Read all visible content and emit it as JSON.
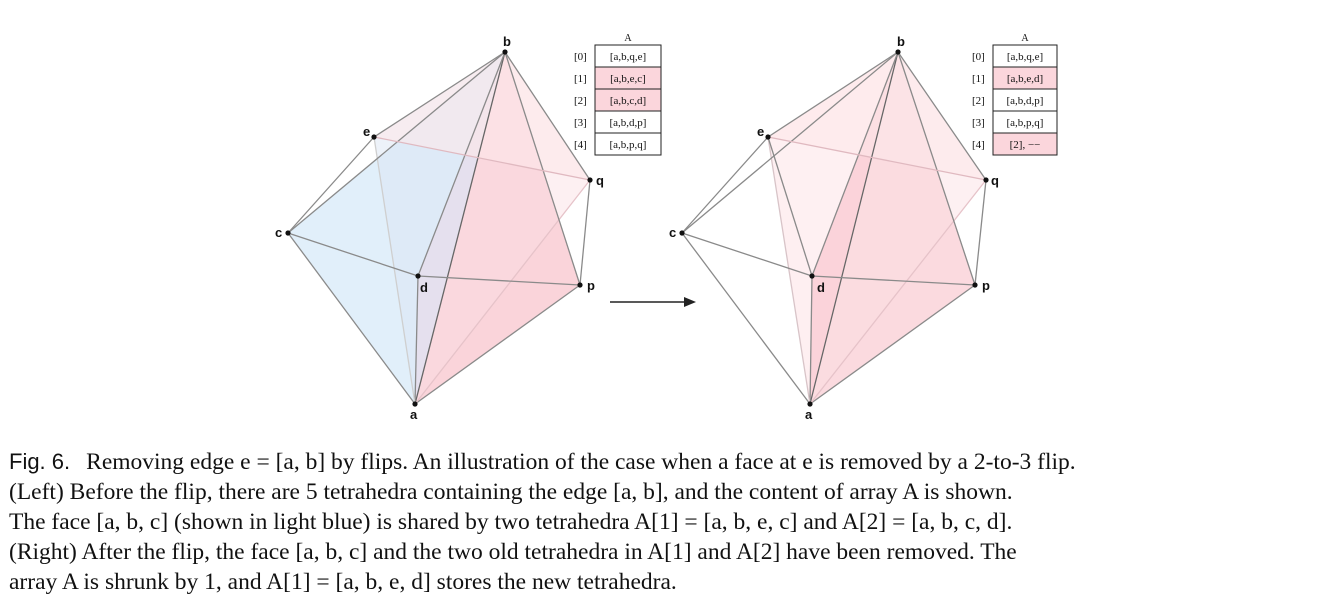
{
  "left_panel": {
    "vertices": {
      "a": "a",
      "b": "b",
      "c": "c",
      "d": "d",
      "e": "e",
      "p": "p",
      "q": "q"
    },
    "array": {
      "title": "A",
      "rows": [
        {
          "index": "[0]",
          "value": "[a,b,q,e]",
          "highlight": false
        },
        {
          "index": "[1]",
          "value": "[a,b,e,c]",
          "highlight": true
        },
        {
          "index": "[2]",
          "value": "[a,b,c,d]",
          "highlight": true
        },
        {
          "index": "[3]",
          "value": "[a,b,d,p]",
          "highlight": false
        },
        {
          "index": "[4]",
          "value": "[a,b,p,q]",
          "highlight": false
        }
      ]
    }
  },
  "right_panel": {
    "vertices": {
      "a": "a",
      "b": "b",
      "c": "c",
      "d": "d",
      "e": "e",
      "p": "p",
      "q": "q"
    },
    "array": {
      "title": "A",
      "rows": [
        {
          "index": "[0]",
          "value": "[a,b,q,e]",
          "highlight": false
        },
        {
          "index": "[1]",
          "value": "[a,b,e,d]",
          "highlight": true
        },
        {
          "index": "[2]",
          "value": "[a,b,d,p]",
          "highlight": false
        },
        {
          "index": "[3]",
          "value": "[a,b,p,q]",
          "highlight": false
        },
        {
          "index": "[4]",
          "value": "[2], −−",
          "highlight": true
        }
      ]
    }
  },
  "colors": {
    "highlight_pink": "#fbd6dc",
    "face_blue": "#dcecf9",
    "tet_pink": "#f9c9d1",
    "edge_gray": "#8a8a8a"
  },
  "caption": {
    "fig_label": "Fig. 6.",
    "line1": "Removing edge e = [a, b] by flips. An illustration of the case when a face at e is removed by a 2-to-3 flip.",
    "line2": "(Left) Before the flip, there are 5 tetrahedra containing the edge [a, b], and the content of array A is shown.",
    "line3": "The face [a, b, c] (shown in light blue) is shared by two tetrahedra A[1] = [a, b, e, c] and A[2] = [a, b, c, d].",
    "line4": "(Right) After the flip, the face [a, b, c] and the two old tetrahedra in A[1] and A[2] have been removed. The",
    "line5": "array A is shrunk by 1, and A[1] = [a, b, e, d] stores the new tetrahedra."
  }
}
